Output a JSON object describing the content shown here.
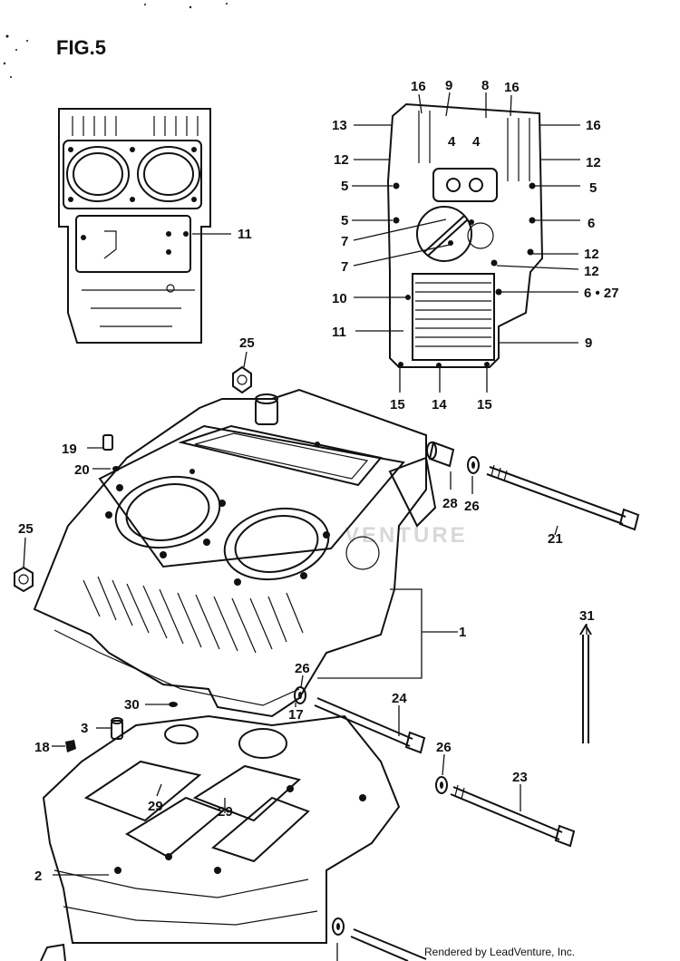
{
  "figure": {
    "title": "FIG.5"
  },
  "footer": {
    "credit": "Rendered by LeadVenture, Inc."
  },
  "watermark": {
    "text": "VENTURE"
  },
  "callouts": {
    "c1": "1",
    "c2": "2",
    "c3": "3",
    "c4a": "4",
    "c4b": "4",
    "c5a": "5",
    "c5b": "5",
    "c5c": "5",
    "c6a": "6",
    "c6b": "6 • 27",
    "c7a": "7",
    "c7b": "7",
    "c8": "8",
    "c9a": "9",
    "c9b": "9",
    "c10": "10",
    "c11a": "11",
    "c11b": "11",
    "c12a": "12",
    "c12b": "12",
    "c12c": "12",
    "c12d": "12",
    "c13": "13",
    "c14": "14",
    "c15a": "15",
    "c15b": "15",
    "c16a": "16",
    "c16b": "16",
    "c16c": "16",
    "c17": "17",
    "c18": "18",
    "c19": "19",
    "c20": "20",
    "c21": "21",
    "c23": "23",
    "c24": "24",
    "c25a": "25",
    "c25b": "25",
    "c26a": "26",
    "c26b": "26",
    "c26c": "26",
    "c28": "28",
    "c29a": "29",
    "c29b": "29",
    "c30": "30",
    "c31": "31"
  }
}
